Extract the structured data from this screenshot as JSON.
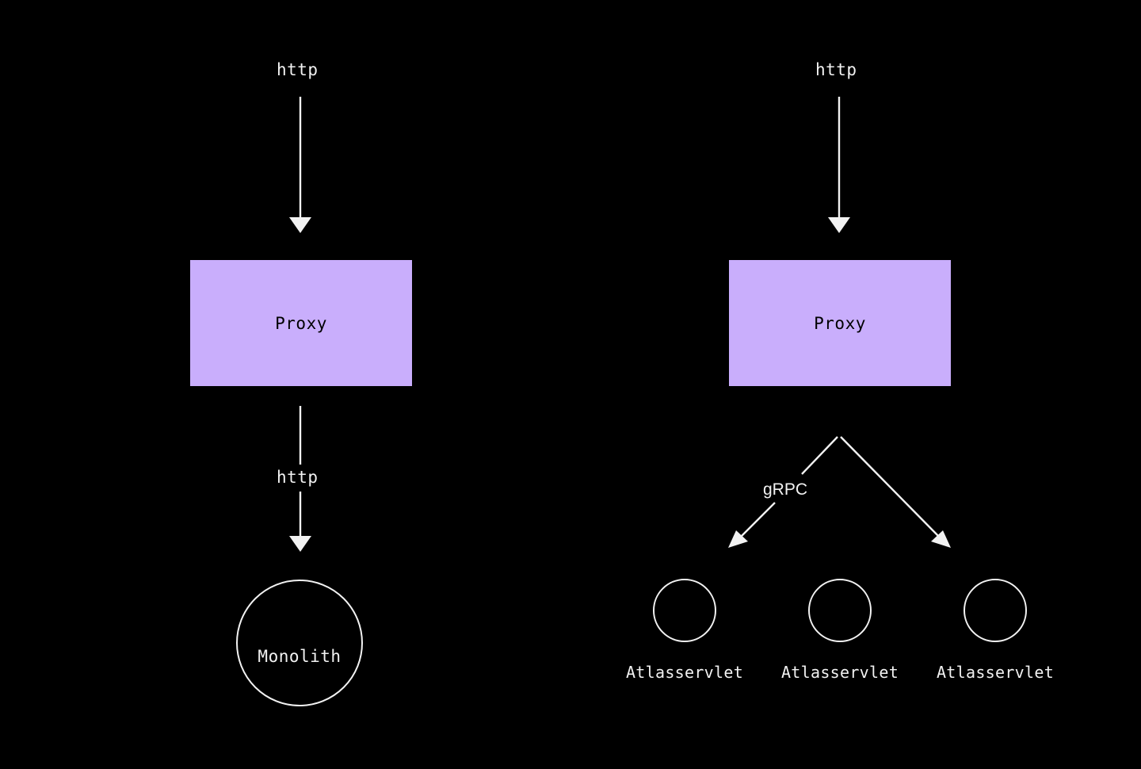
{
  "diagram": {
    "background_color": "#000000",
    "stroke_color": "#f2f2f2",
    "node_fill_color": "#c9aefc",
    "node_text_color": "#000000",
    "left_flow": {
      "inbound_label": "http",
      "proxy_label": "Proxy",
      "internal_label": "http",
      "service_label": "Monolith"
    },
    "right_flow": {
      "inbound_label": "http",
      "proxy_label": "Proxy",
      "internal_label": "gRPC",
      "services": [
        {
          "label": "Atlasservlet"
        },
        {
          "label": "Atlasservlet"
        },
        {
          "label": "Atlasservlet"
        }
      ]
    }
  }
}
